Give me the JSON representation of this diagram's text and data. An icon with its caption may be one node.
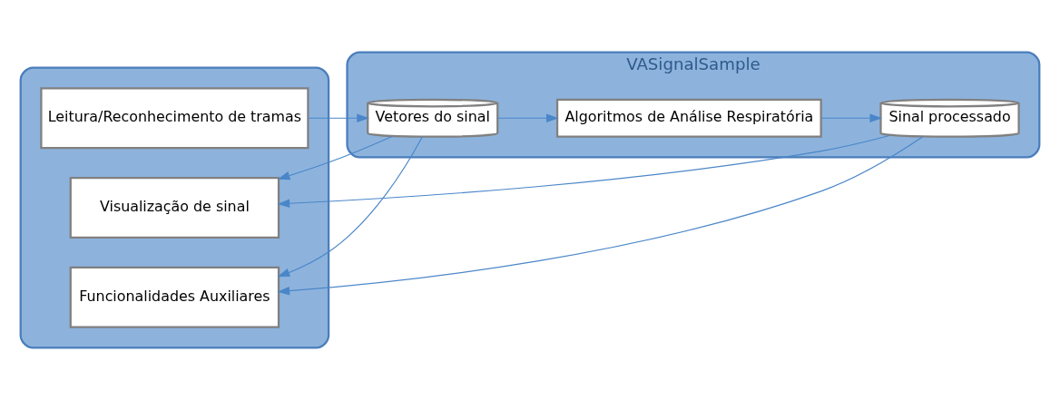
{
  "diagram": {
    "nodes": [
      {
        "text": [],
        "shape": "box"
      },
      {
        "text": [
          "Leitura/Reconhecimento de tramas"
        ],
        "in": 0
      },
      {
        "text": [
          "Visualização de sinal"
        ],
        "in": 0
      },
      {
        "text": [
          "Funcionalidades Auxiliares"
        ],
        "in": 0
      },
      {
        "text": [
          "VASignalSample"
        ]
      },
      {
        "text": [
          "Vetores do sinal"
        ],
        "in": 4
      },
      {
        "text": [
          "Algoritmos de Análise Respiratória"
        ],
        "in": 4
      },
      {
        "text": [
          "Sinal processado"
        ],
        "in": 4
      }
    ],
    "edges": [
      {
        "from": 1,
        "to": 5,
        "arrow": "to"
      },
      {
        "from": 5,
        "to": 6,
        "arrow": "to"
      },
      {
        "from": 6,
        "to": 7,
        "arrow": "to"
      },
      {
        "from": 5,
        "to": 2,
        "arrow": "to"
      },
      {
        "from": 5,
        "to": 3,
        "arrow": "to"
      },
      {
        "from": 7,
        "to": 2,
        "arrow": "to"
      },
      {
        "from": 7,
        "to": 3,
        "arrow": "to"
      }
    ]
  }
}
